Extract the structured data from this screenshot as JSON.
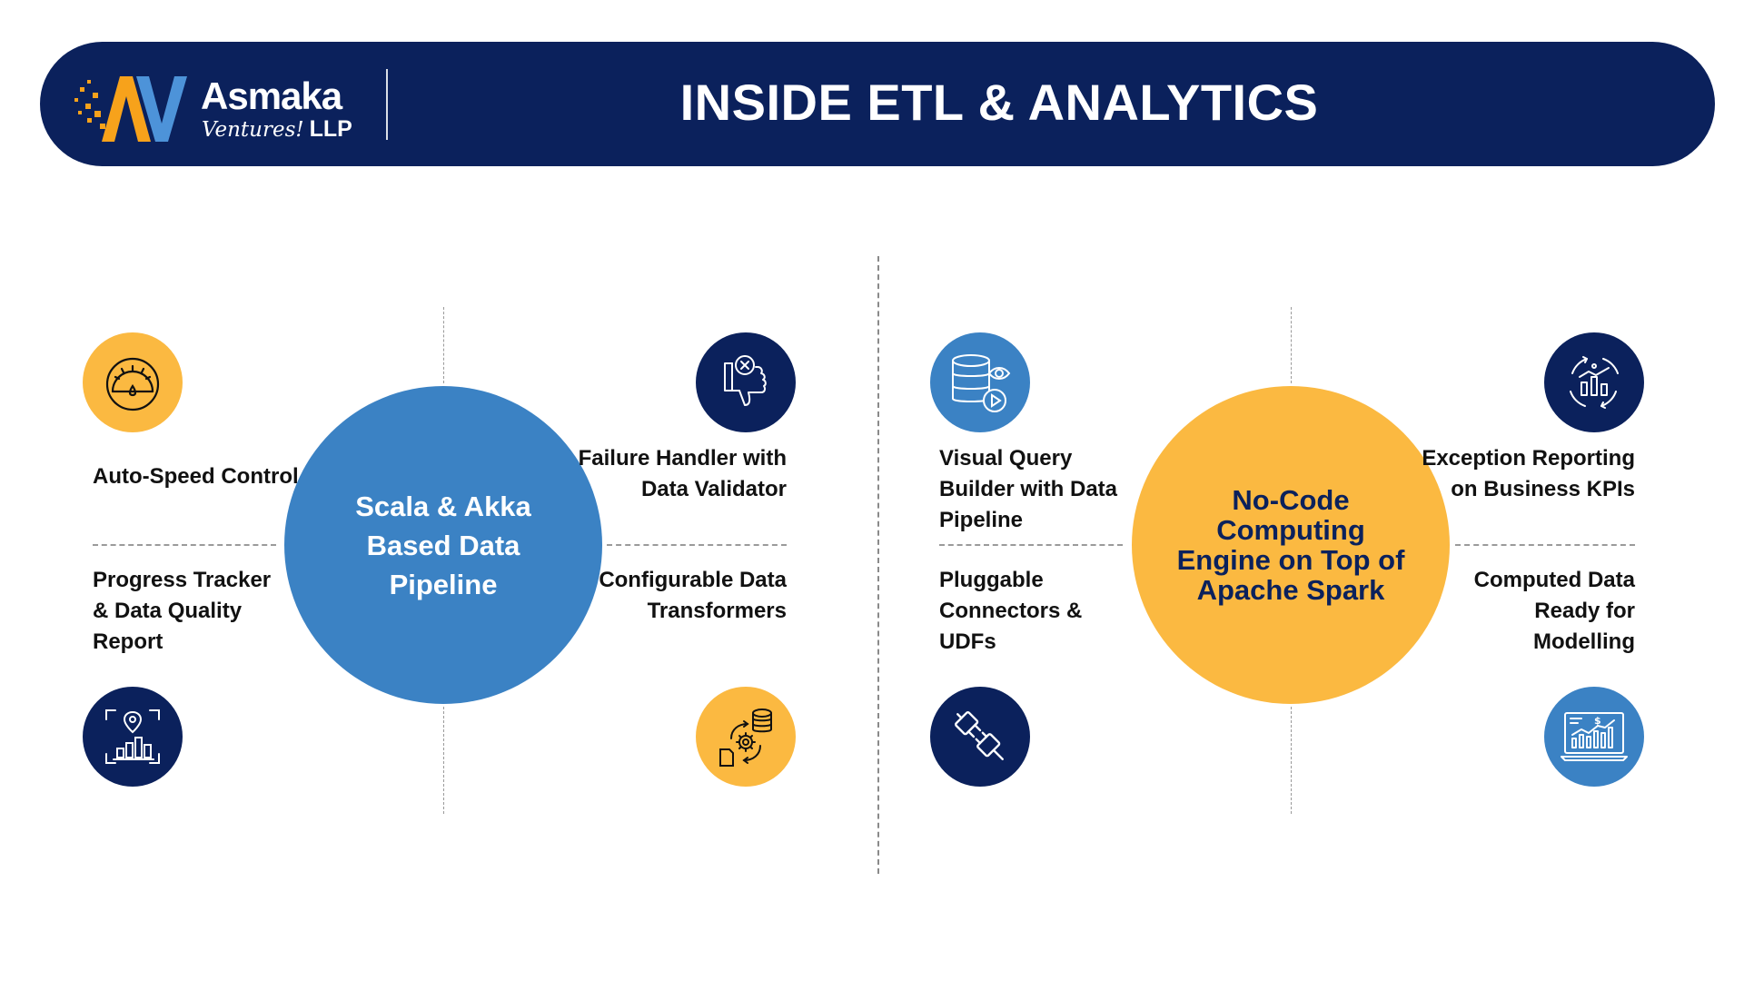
{
  "header": {
    "logo_name": "Asmaka",
    "logo_sub": "Ventures!",
    "logo_llp": "LLP",
    "title": "INSIDE ETL & ANALYTICS"
  },
  "left_section": {
    "center": "Scala & Akka Based Data Pipeline",
    "items": [
      {
        "label": "Auto-Speed Control",
        "icon": "speedometer-icon"
      },
      {
        "label": "Progress Tracker & Data Quality Report",
        "icon": "location-chart-icon"
      },
      {
        "label": "Failure Handler with Data Validator",
        "icon": "thumbs-down-icon"
      },
      {
        "label": "Configurable Data Transformers",
        "icon": "data-transform-icon"
      }
    ]
  },
  "right_section": {
    "center": "No-Code Computing Engine on Top of Apache Spark",
    "items": [
      {
        "label": "Visual Query Builder with Data Pipeline",
        "icon": "database-view-icon"
      },
      {
        "label": "Pluggable Connectors & UDFs",
        "icon": "plug-icon"
      },
      {
        "label": "Exception Reporting on Business KPIs",
        "icon": "kpi-report-icon"
      },
      {
        "label": "Computed Data Ready for Modelling",
        "icon": "analytics-monitor-icon"
      }
    ]
  },
  "colors": {
    "navy": "#0b215c",
    "blue": "#3b82c4",
    "yellow": "#fbb941"
  }
}
